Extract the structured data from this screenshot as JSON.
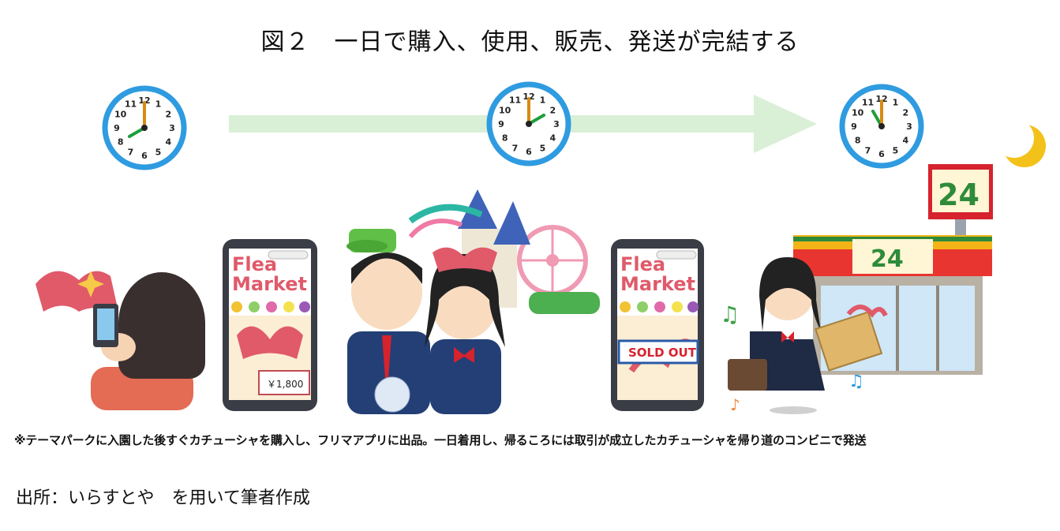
{
  "title": "図２　一日で購入、使用、販売、発送が完結する",
  "clocks": [
    {
      "time": "8:00",
      "hour": 8,
      "minute": 0
    },
    {
      "time": "2:00",
      "hour": 2,
      "minute": 0
    },
    {
      "time": "11:00",
      "hour": 11,
      "minute": 0
    }
  ],
  "phone_left": {
    "app_name_line1": "Flea",
    "app_name_line2": "Market",
    "price": "￥1,800"
  },
  "phone_right": {
    "app_name_line1": "Flea",
    "app_name_line2": "Market",
    "status": "SOLD OUT"
  },
  "store_sign_top": "24",
  "store_sign_front": "24",
  "caption": "※テーマパークに入園した後すぐカチューシャを購入し、フリマアプリに出品。一日着用し、帰るころには取引が成立したカチューシャを帰り道のコンビニで発送",
  "source": "出所：いらすとや　を用いて筆者作成",
  "colors": {
    "clock_rim": "#2f9be0",
    "arrow": "#d9f0d6",
    "ribbon": "#e05a6a",
    "phone_body": "#3a3d46",
    "store_red": "#e8352f",
    "store_green": "#2e8b3a",
    "moon": "#f3c21a"
  }
}
